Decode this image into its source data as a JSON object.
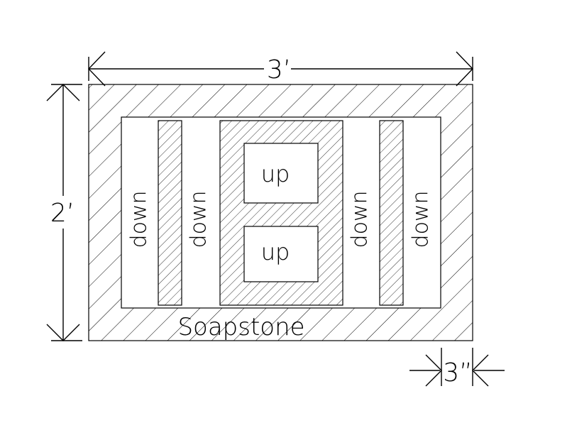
{
  "dimensions": {
    "width_label": "3’",
    "height_label": "2’",
    "border_label": "3”"
  },
  "material_label": "Soapstone",
  "channels": {
    "down_1": "down",
    "down_2": "down",
    "down_3": "down",
    "down_4": "down",
    "up_top": "up",
    "up_bottom": "up"
  }
}
